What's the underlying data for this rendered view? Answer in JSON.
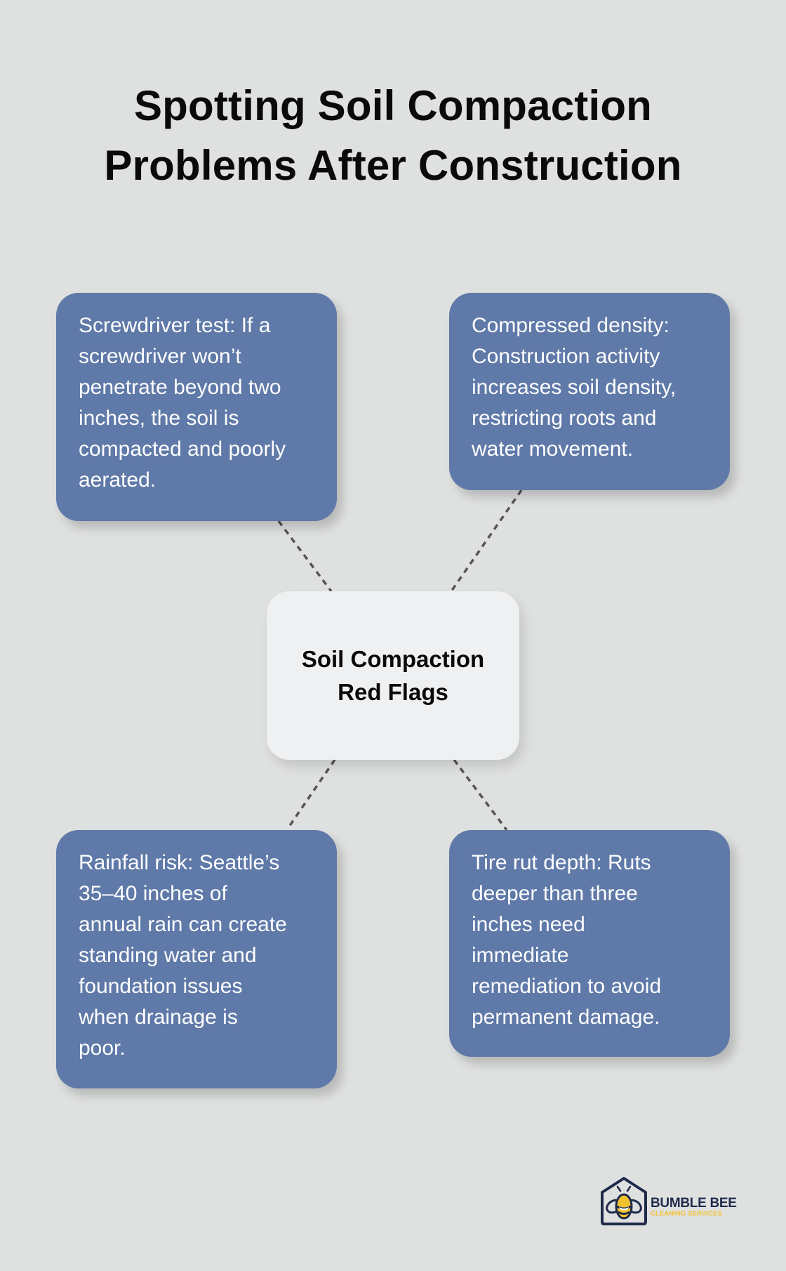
{
  "title": {
    "lines": [
      "Spotting Soil Compaction",
      "Problems After Construction"
    ]
  },
  "center": {
    "lines": [
      "Soil Compaction",
      "Red Flags"
    ]
  },
  "cards": [
    {
      "position": "top-left",
      "lines": [
        "Screwdriver test: If a",
        "screwdriver won’t",
        "penetrate beyond two",
        "inches, the soil is",
        "compacted and poorly",
        "aerated."
      ]
    },
    {
      "position": "top-right",
      "lines": [
        "Compressed density:",
        "Construction activity",
        "increases soil density,",
        "restricting roots and",
        "water movement."
      ]
    },
    {
      "position": "bottom-left",
      "lines": [
        "Rainfall risk: Seattle’s",
        "35–40 inches of",
        "annual rain can create",
        "standing water and",
        "foundation issues",
        "when drainage is",
        "poor."
      ]
    },
    {
      "position": "bottom-right",
      "lines": [
        "Tire rut depth: Ruts",
        "deeper than three",
        "inches need",
        "immediate",
        "remediation to avoid",
        "permanent damage."
      ]
    }
  ],
  "logo": {
    "name": "BUMBLE BEE",
    "tagline": "CLEANING SERVICES",
    "icon": "bee-house-icon"
  },
  "colors": {
    "background": "#dfe1e0",
    "card": "#5f79a8",
    "center_card": "#eff0f1",
    "connector": "#555555",
    "logo_navy": "#1e2a4a",
    "logo_yellow": "#f2c12e"
  }
}
